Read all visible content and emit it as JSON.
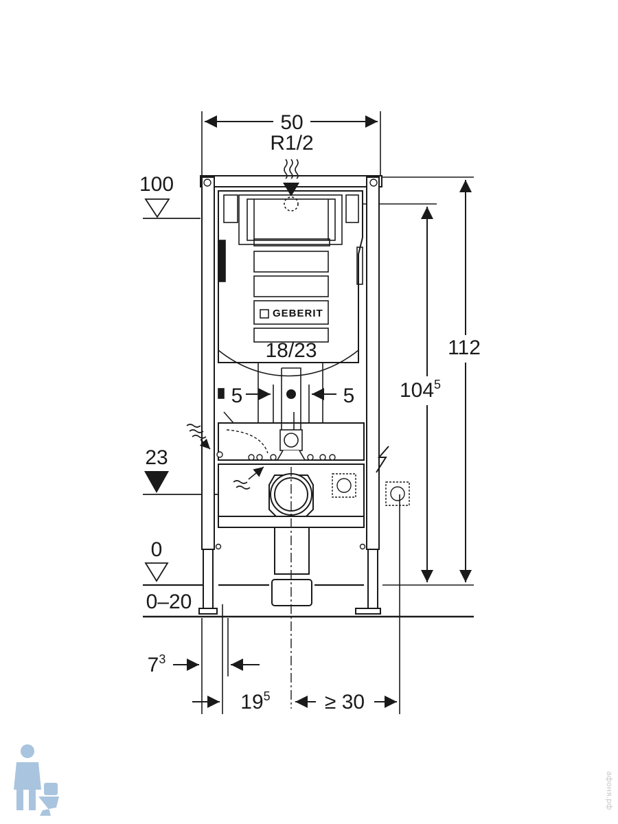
{
  "labels": {
    "width": "50",
    "thread": "R1/2",
    "level_100": "100",
    "level_23": "23",
    "level_0": "0",
    "range": "0–20",
    "height_total": "112",
    "height_inlet_main": "104",
    "height_inlet_sup": "5",
    "flush_spacing": "18/23",
    "offset_left": "5",
    "offset_right": "5",
    "depth_a_main": "7",
    "depth_a_sup": "3",
    "depth_b_main": "19",
    "depth_b_sup": "5",
    "min_clearance": "≥ 30",
    "brand": "GEBERIT"
  },
  "watermark": {
    "text": "афоня.рф"
  },
  "colors": {
    "line": "#1a1a1a",
    "watermark": "#c8c8c8",
    "logo": "#a9c4de"
  }
}
